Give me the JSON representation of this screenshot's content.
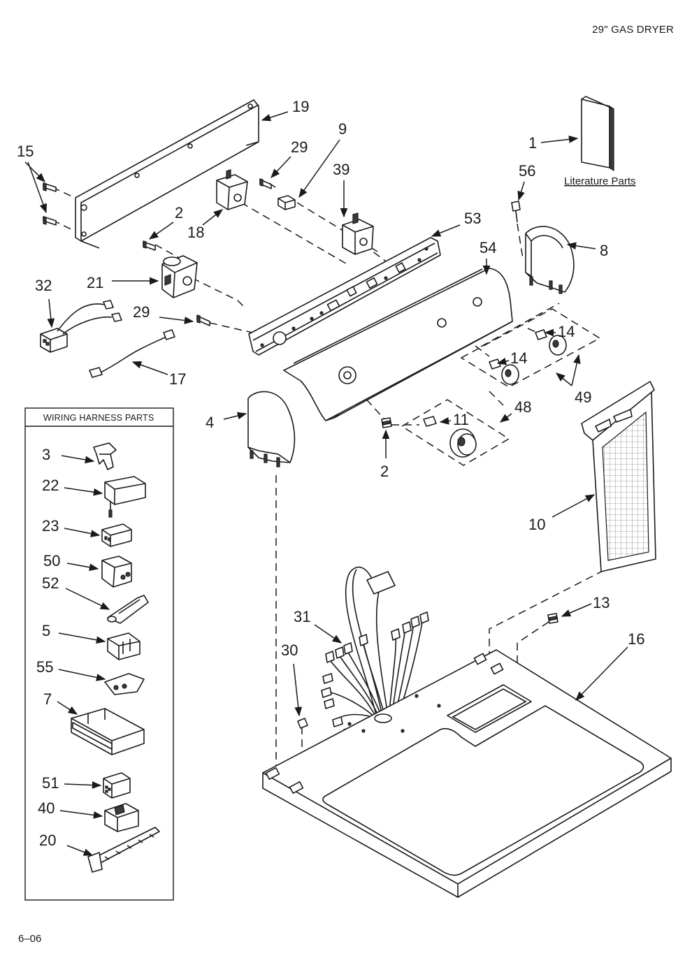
{
  "header": {
    "title": "29\" GAS DRYER"
  },
  "footer": {
    "page_code": "6–06"
  },
  "literature": {
    "label": "Literature Parts"
  },
  "wiring_box": {
    "title": "WIRING HARNESS PARTS"
  },
  "callouts": {
    "c19": "19",
    "c9": "9",
    "c29a": "29",
    "c39": "39",
    "c15": "15",
    "c2a": "2",
    "c18": "18",
    "c1": "1",
    "c56": "56",
    "c53": "53",
    "c54": "54",
    "c8": "8",
    "c32": "32",
    "c21": "21",
    "c29b": "29",
    "c17": "17",
    "c14a": "14",
    "c14b": "14",
    "c49": "49",
    "c48": "48",
    "c11": "11",
    "c4": "4",
    "c2b": "2",
    "c10": "10",
    "c13": "13",
    "c16": "16",
    "c31": "31",
    "c30": "30",
    "w3": "3",
    "w22": "22",
    "w23": "23",
    "w50": "50",
    "w52": "52",
    "w5": "5",
    "w55": "55",
    "w7": "7",
    "w51": "51",
    "w40": "40",
    "w20": "20"
  },
  "colors": {
    "ink": "#1a1a1a",
    "paper": "#ffffff"
  }
}
